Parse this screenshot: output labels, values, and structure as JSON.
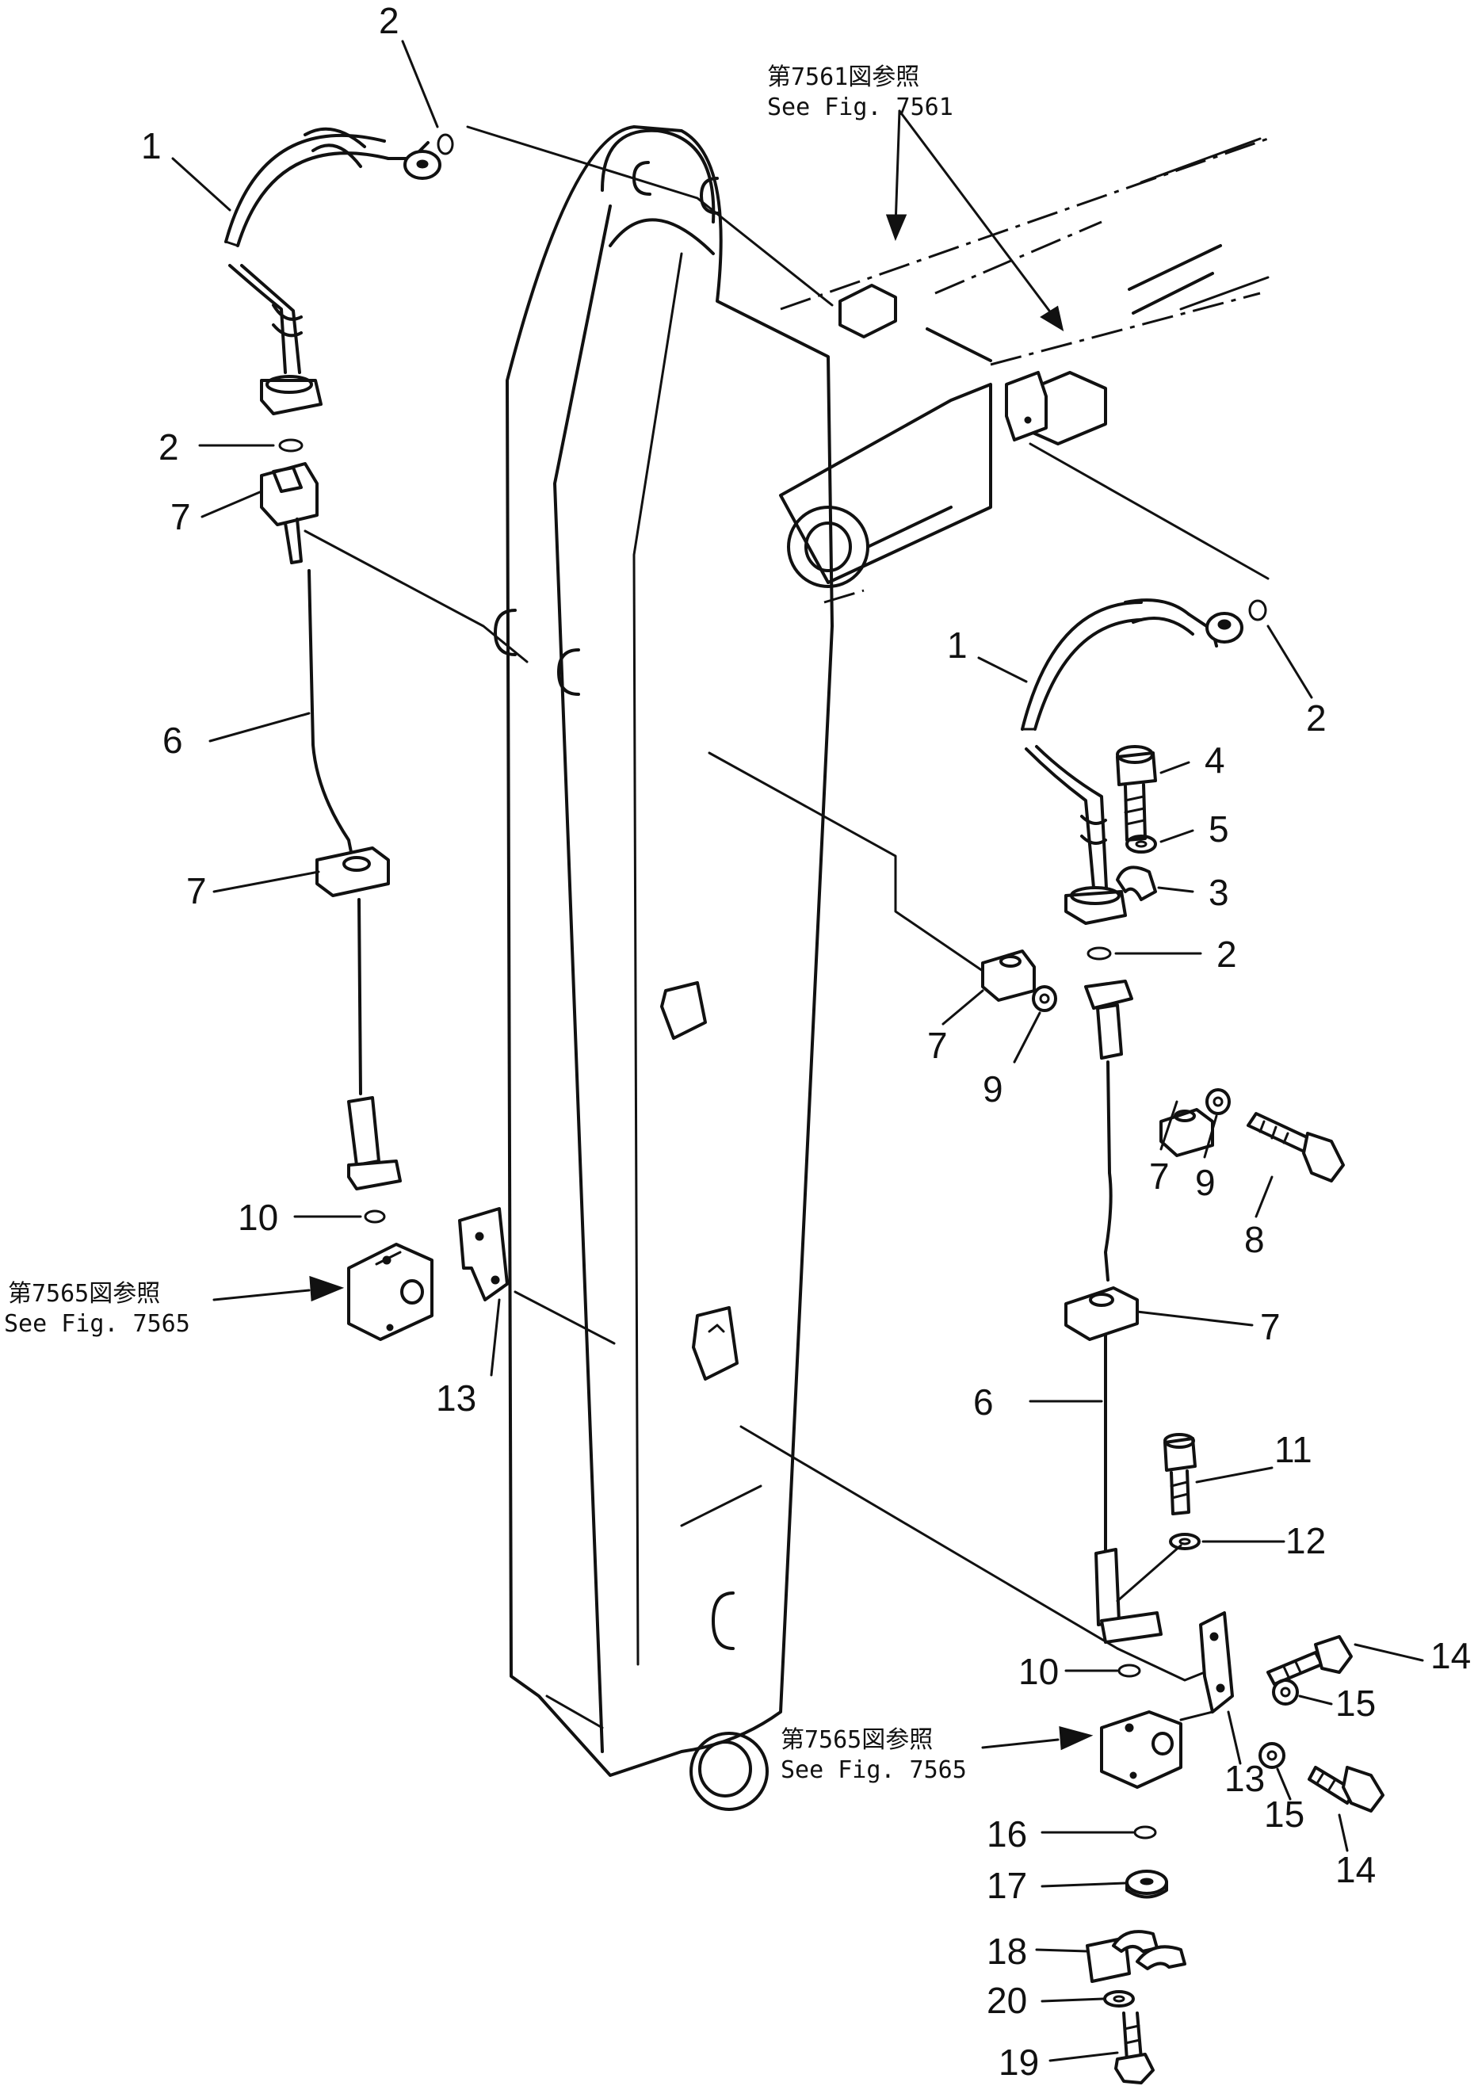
{
  "references": {
    "top": {
      "jp": "第7561図参照",
      "en": "See Fig. 7561"
    },
    "left": {
      "jp": "第7565図参照",
      "en": "See Fig. 7565"
    },
    "right": {
      "jp": "第7565図参照",
      "en": "See Fig. 7565"
    }
  },
  "callouts": {
    "c1": "1",
    "c2": "2",
    "c3": "3",
    "c4": "4",
    "c5": "5",
    "c6": "6",
    "c7": "7",
    "c8": "8",
    "c9": "9",
    "c10": "10",
    "c11": "11",
    "c12": "12",
    "c13": "13",
    "c14": "14",
    "c15": "15",
    "c16": "16",
    "c17": "17",
    "c18": "18",
    "c19": "19",
    "c20": "20"
  }
}
